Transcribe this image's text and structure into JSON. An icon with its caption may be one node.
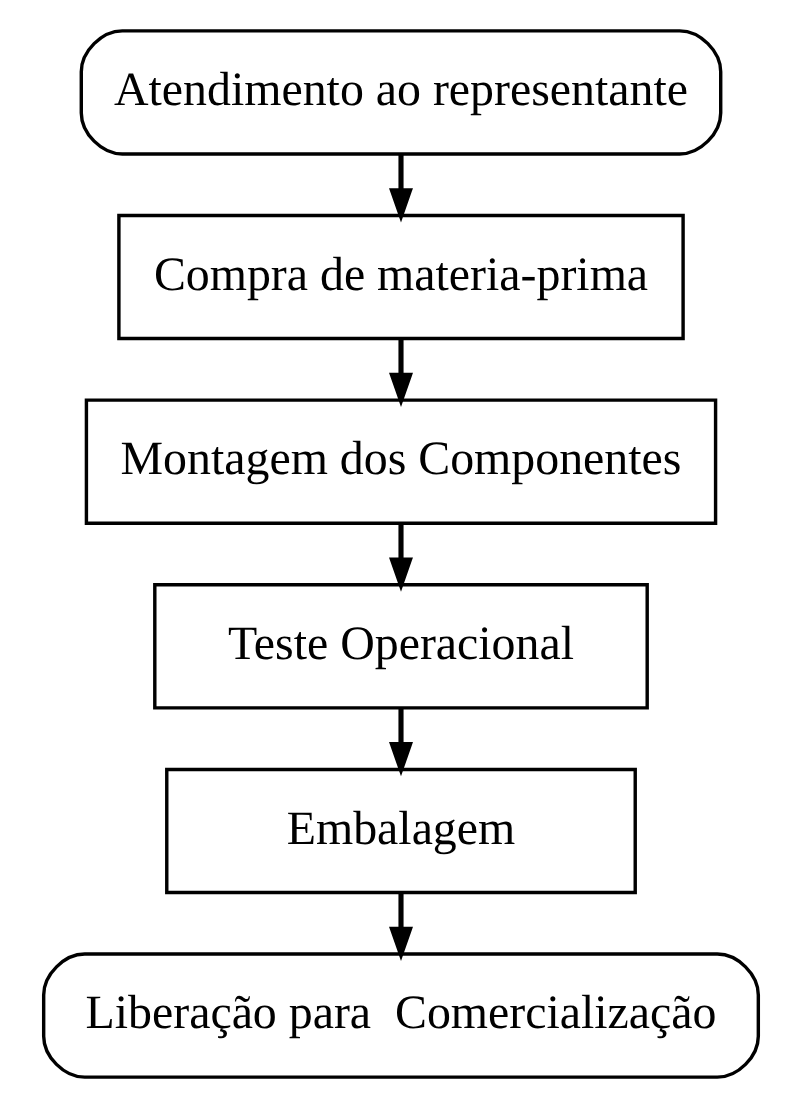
{
  "diagram": {
    "nodes": [
      {
        "text": [
          "Atendimento ao representante"
        ]
      },
      {
        "text": [
          "Compra de materia-prima"
        ]
      },
      {
        "text": [
          "Montagem dos Componentes"
        ]
      },
      {
        "text": [
          "Teste Operacional"
        ]
      },
      {
        "text": [
          "Embalagem"
        ]
      },
      {
        "text": [
          "Liberação para  Comercialização"
        ]
      }
    ],
    "edges": [
      {
        "from": 0,
        "to": 1,
        "arrow": "to"
      },
      {
        "from": 1,
        "to": 2,
        "arrow": "to"
      },
      {
        "from": 2,
        "to": 3,
        "arrow": "to"
      },
      {
        "from": 3,
        "to": 4,
        "arrow": "to"
      },
      {
        "from": 4,
        "to": 5,
        "arrow": "to"
      }
    ]
  }
}
